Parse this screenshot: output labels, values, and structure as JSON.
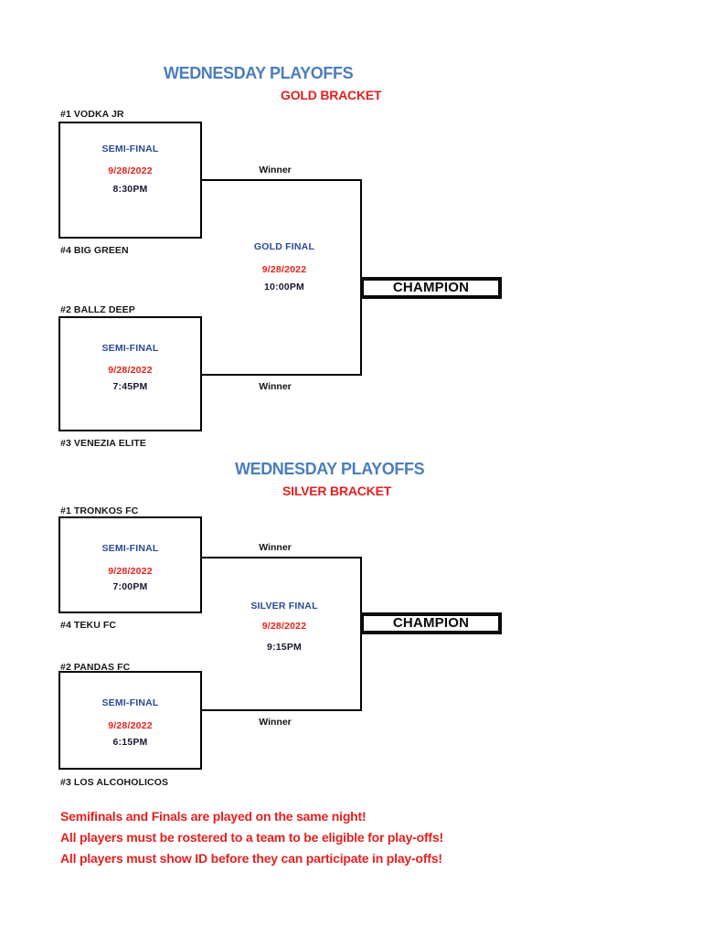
{
  "gold": {
    "title": "WEDNESDAY PLAYOFFS",
    "bracket_label": "GOLD BRACKET",
    "champion_label": "CHAMPION",
    "final": {
      "label": "GOLD FINAL",
      "date": "9/28/2022",
      "time": "10:00PM"
    },
    "semis": [
      {
        "top_seed": "#1 VODKA JR",
        "bottom_seed": "#4 BIG GREEN",
        "round_label": "SEMI-FINAL",
        "date": "9/28/2022",
        "time": "8:30PM",
        "winner_label": "Winner"
      },
      {
        "top_seed": "#2 BALLZ DEEP",
        "bottom_seed": "#3 VENEZIA ELITE",
        "round_label": "SEMI-FINAL",
        "date": "9/28/2022",
        "time": "7:45PM",
        "winner_label": "Winner"
      }
    ]
  },
  "silver": {
    "title": "WEDNESDAY PLAYOFFS",
    "bracket_label": "SILVER BRACKET",
    "champion_label": "CHAMPION",
    "final": {
      "label": "SILVER FINAL",
      "date": "9/28/2022",
      "time": "9:15PM"
    },
    "semis": [
      {
        "top_seed": "#1 TRONKOS FC",
        "bottom_seed": "#4 TEKU FC",
        "round_label": "SEMI-FINAL",
        "date": "9/28/2022",
        "time": "7:00PM",
        "winner_label": "Winner"
      },
      {
        "top_seed": "#2 PANDAS FC",
        "bottom_seed": "#3 LOS ALCOHOLICOS",
        "round_label": "SEMI-FINAL",
        "date": "9/28/2022",
        "time": "6:15PM",
        "winner_label": "Winner"
      }
    ]
  },
  "footer": {
    "lines": [
      "Semifinals and Finals are played on the same night!",
      "All players must be rostered to a team to be eligible for play-offs!",
      "All players must show ID before they can participate in play-offs!"
    ]
  },
  "colors": {
    "title_blue": "#4a7dbe",
    "accent_red": "#e32020",
    "round_navy": "#2a4a94",
    "time_dark": "#181830",
    "line_black": "#000000"
  }
}
